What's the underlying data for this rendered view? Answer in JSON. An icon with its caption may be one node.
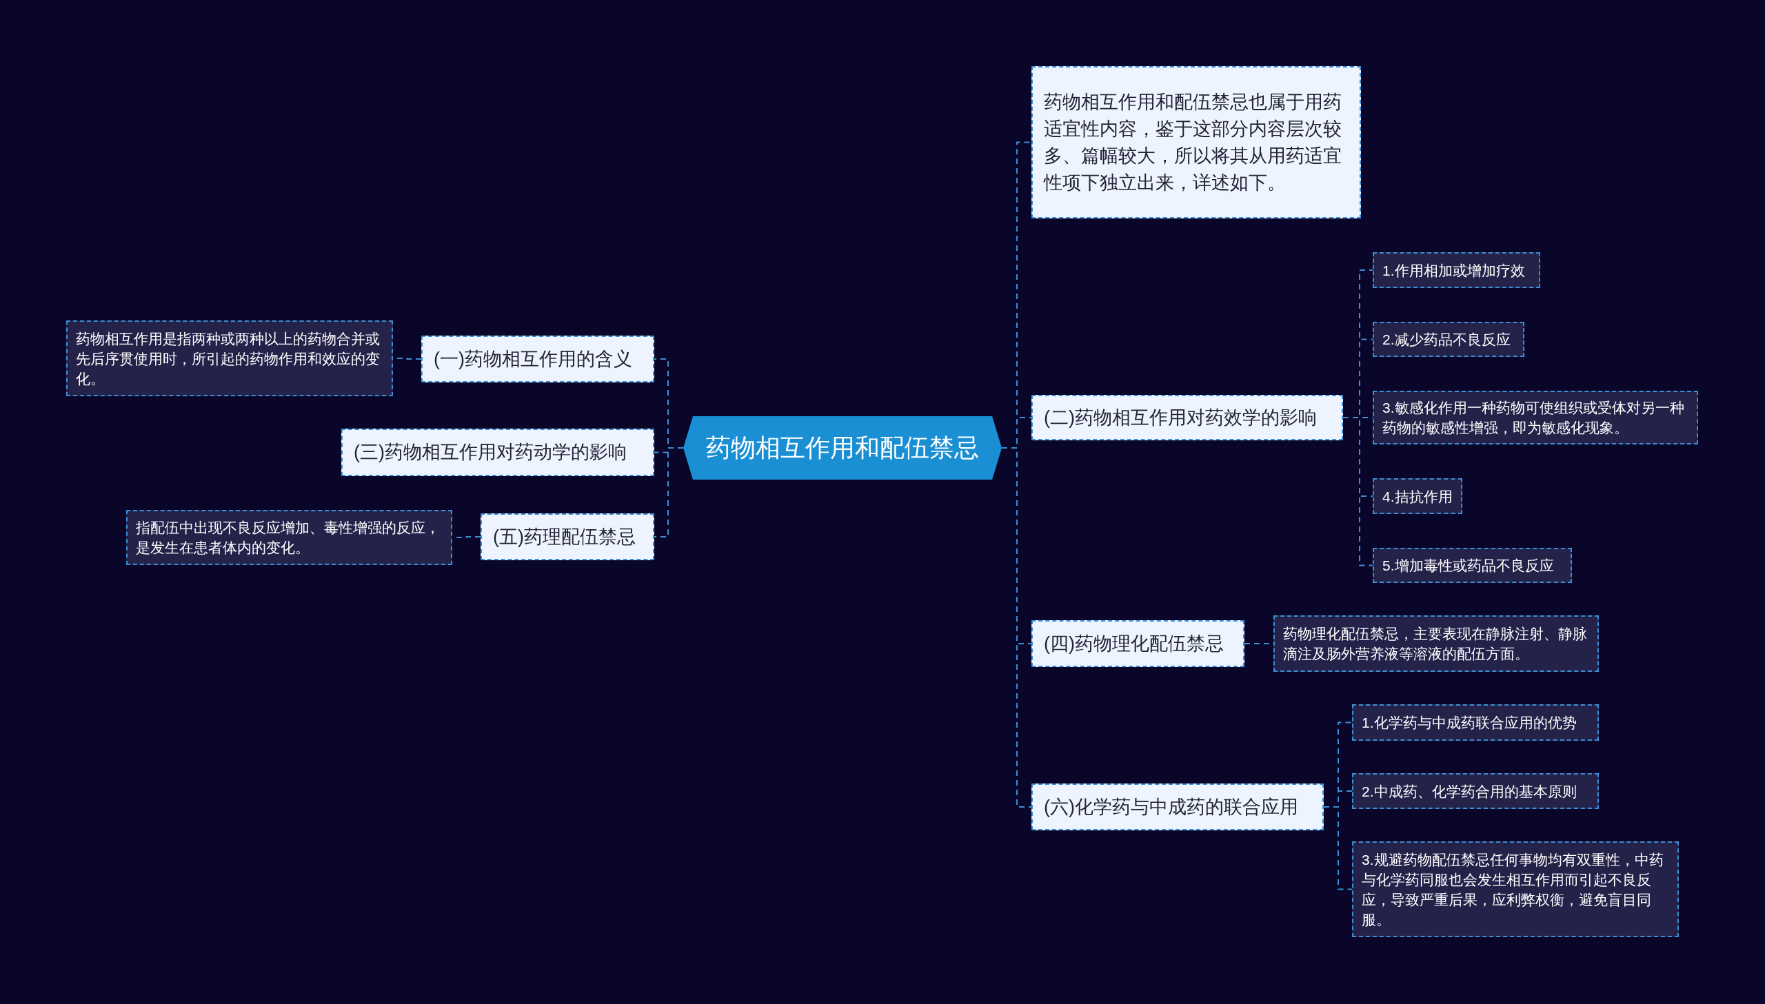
{
  "diagram": {
    "nodes": [
      {
        "text": [
          "药物相互作用和配伍禁忌"
        ]
      },
      {
        "text": [
          "(一)药物相互作用的含义"
        ]
      },
      {
        "text": [
          "药物相互作用是指两种或两种以上的药物合并或先后序贯使用时，所引起的药物作用和效应的变化。"
        ]
      },
      {
        "text": [
          "(三)药物相互作用对药动学的影响"
        ]
      },
      {
        "text": [
          "(五)药理配伍禁忌"
        ]
      },
      {
        "text": [
          "指配伍中出现不良反应增加、毒性增强的反应，是发生在患者体内的变化。"
        ]
      },
      {
        "text": [
          "药物相互作用和配伍禁忌也属于用药适宜性内容，鉴于这部分内容层次较多、篇幅较大，所以将其从用药适宜性项下独立出来，详述如下。"
        ]
      },
      {
        "text": [
          "(二)药物相互作用对药效学的影响"
        ]
      },
      {
        "text": [
          "1.作用相加或增加疗效"
        ]
      },
      {
        "text": [
          "2.减少药品不良反应"
        ]
      },
      {
        "text": [
          "3.敏感化作用一种药物可使组织或受体对另一种药物的敏感性增强，即为敏感化现象。"
        ]
      },
      {
        "text": [
          "4.拮抗作用"
        ]
      },
      {
        "text": [
          "5.增加毒性或药品不良反应"
        ]
      },
      {
        "text": [
          "(四)药物理化配伍禁忌"
        ]
      },
      {
        "text": [
          "药物理化配伍禁忌，主要表现在静脉注射、静脉滴注及肠外营养液等溶液的配伍方面。"
        ]
      },
      {
        "text": [
          "(六)化学药与中成药的联合应用"
        ]
      },
      {
        "text": [
          "1.化学药与中成药联合应用的优势"
        ]
      },
      {
        "text": [
          "2.中成药、化学药合用的基本原则"
        ]
      },
      {
        "text": [
          "3.规避药物配伍禁忌任何事物均有双重性，中药与化学药同服也会发生相互作用而引起不良反应，导致严重后果，应利弊权衡，避免盲目同服。"
        ]
      }
    ],
    "edges": [
      {
        "from": 0,
        "to": 1,
        "arrow": "none",
        "style": "dashed"
      },
      {
        "from": 1,
        "to": 2,
        "arrow": "none",
        "style": "dashed"
      },
      {
        "from": 0,
        "to": 3,
        "arrow": "none",
        "style": "dashed"
      },
      {
        "from": 0,
        "to": 4,
        "arrow": "none",
        "style": "dashed"
      },
      {
        "from": 4,
        "to": 5,
        "arrow": "none",
        "style": "dashed"
      },
      {
        "from": 0,
        "to": 6,
        "arrow": "none",
        "style": "dashed"
      },
      {
        "from": 0,
        "to": 7,
        "arrow": "none",
        "style": "dashed"
      },
      {
        "from": 7,
        "to": 8,
        "arrow": "none",
        "style": "dashed"
      },
      {
        "from": 7,
        "to": 9,
        "arrow": "none",
        "style": "dashed"
      },
      {
        "from": 7,
        "to": 10,
        "arrow": "none",
        "style": "dashed"
      },
      {
        "from": 7,
        "to": 11,
        "arrow": "none",
        "style": "dashed"
      },
      {
        "from": 7,
        "to": 12,
        "arrow": "none",
        "style": "dashed"
      },
      {
        "from": 0,
        "to": 13,
        "arrow": "none",
        "style": "dashed"
      },
      {
        "from": 13,
        "to": 14,
        "arrow": "none",
        "style": "dashed"
      },
      {
        "from": 0,
        "to": 15,
        "arrow": "none",
        "style": "dashed"
      },
      {
        "from": 15,
        "to": 16,
        "arrow": "none",
        "style": "dashed"
      },
      {
        "from": 15,
        "to": 17,
        "arrow": "none",
        "style": "dashed"
      },
      {
        "from": 15,
        "to": 18,
        "arrow": "none",
        "style": "dashed"
      }
    ]
  }
}
